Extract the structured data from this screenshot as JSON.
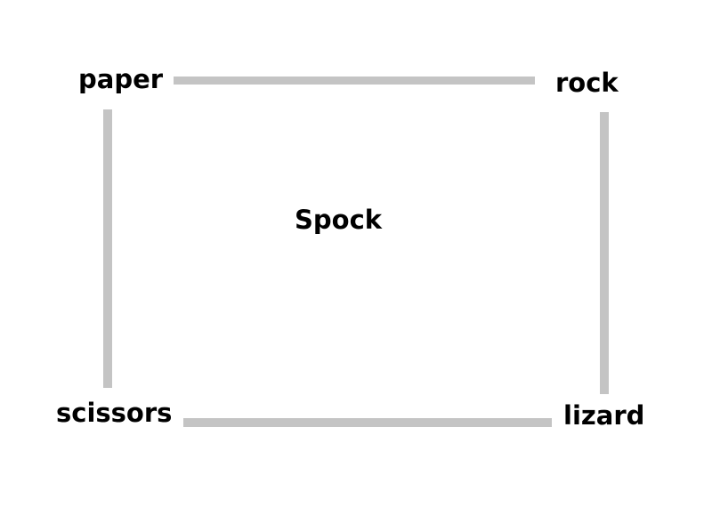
{
  "diagram": {
    "nodes": {
      "paper": "paper",
      "rock": "rock",
      "spock": "Spock",
      "scissors": "scissors",
      "lizard": "lizard"
    },
    "edges": [
      {
        "from": "paper",
        "to": "rock"
      },
      {
        "from": "rock",
        "to": "lizard"
      },
      {
        "from": "lizard",
        "to": "scissors"
      },
      {
        "from": "scissors",
        "to": "paper"
      }
    ],
    "colors": {
      "background": "#ffffff",
      "edge": "#c4c4c4",
      "text": "#000000"
    }
  }
}
